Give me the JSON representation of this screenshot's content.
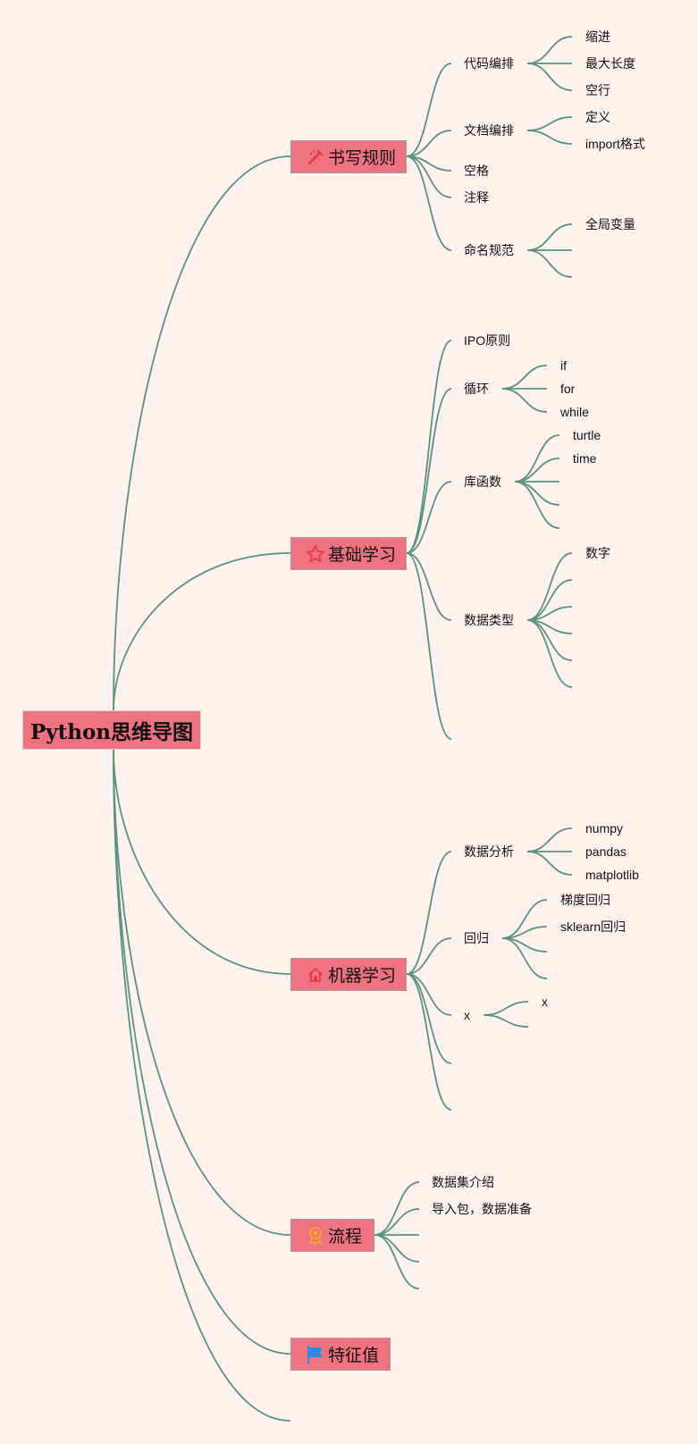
{
  "root": "Python思维导图",
  "branches": {
    "writing": {
      "title": "书写规则",
      "icon": "pencil-icon",
      "code_layout": {
        "title": "代码编排",
        "items": [
          "缩进",
          "最大长度",
          "空行"
        ]
      },
      "doc_layout": {
        "title": "文档编排",
        "items": [
          "定义",
          "import格式"
        ]
      },
      "space": "空格",
      "comment": "注释",
      "naming": {
        "title": "命名规范",
        "items": [
          "全局变量"
        ]
      }
    },
    "basics": {
      "title": "基础学习",
      "icon": "star-icon",
      "ipo": "IPO原则",
      "loop": {
        "title": "循环",
        "items": [
          "if",
          "for",
          "while"
        ]
      },
      "libs": {
        "title": "库函数",
        "items": [
          "turtle",
          "time"
        ]
      },
      "types": {
        "title": "数据类型",
        "items": [
          "数字"
        ]
      }
    },
    "ml": {
      "title": "机器学习",
      "icon": "home-icon",
      "analysis": {
        "title": "数据分析",
        "items": [
          "numpy",
          "pandas",
          "matplotlib"
        ]
      },
      "regression": {
        "title": "回归",
        "items": [
          "梯度回归",
          "sklearn回归"
        ]
      },
      "x": {
        "title": "x",
        "items": [
          "x"
        ]
      }
    },
    "flow": {
      "title": "流程",
      "icon": "award-icon",
      "items": [
        "数据集介绍",
        "导入包，数据准备"
      ]
    },
    "feature": {
      "title": "特征值",
      "icon": "flag-icon"
    }
  },
  "colors": {
    "background": "#fef2ee",
    "edge": "#5a9281",
    "node_fill": "#ee727f",
    "icon_red": "#e8383d",
    "icon_orange": "#f5a623",
    "icon_blue": "#2a8de3"
  }
}
